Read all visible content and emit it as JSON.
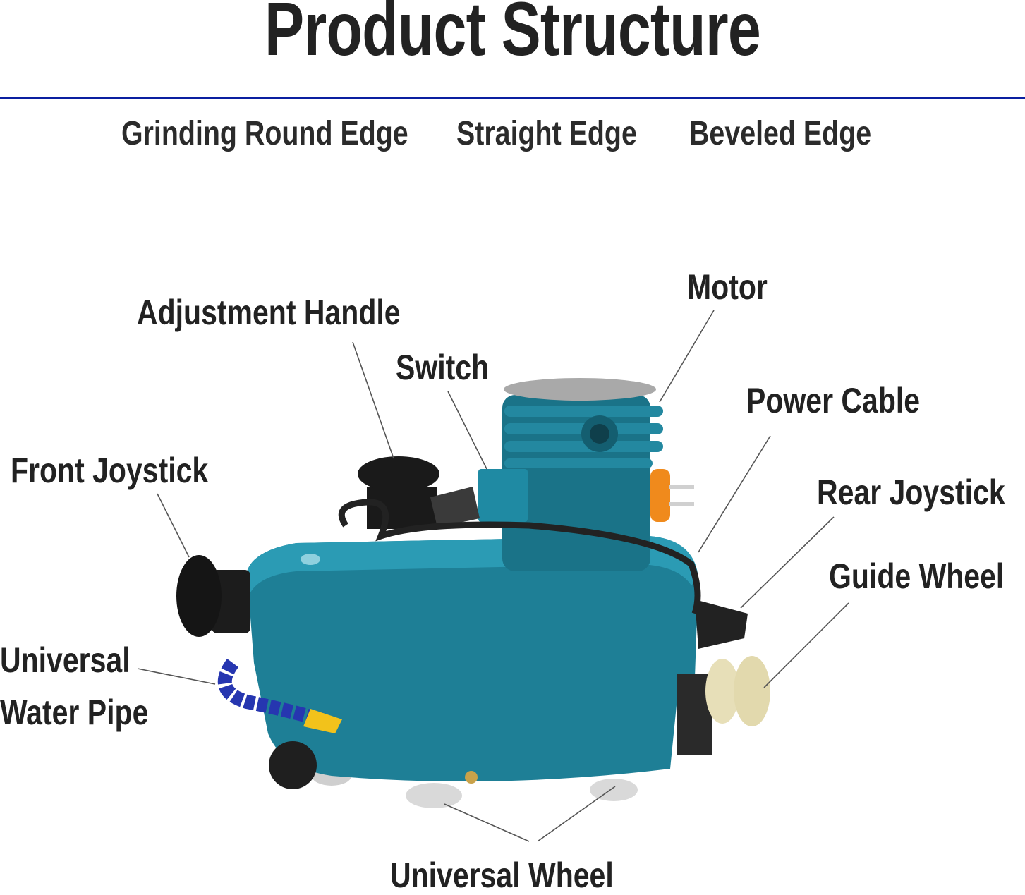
{
  "title": "Product Structure",
  "colors": {
    "rule": "#0a1fa0",
    "body": "#1e7f96",
    "text": "#222222"
  },
  "edge_types": [
    "Grinding Round Edge",
    "Straight Edge",
    "Beveled Edge"
  ],
  "labels": {
    "adjustment_handle": "Adjustment Handle",
    "switch": "Switch",
    "motor": "Motor",
    "power_cable": "Power Cable",
    "front_joystick": "Front Joystick",
    "rear_joystick": "Rear Joystick",
    "guide_wheel": "Guide Wheel",
    "universal_water_pipe_line1": "Universal",
    "universal_water_pipe_line2": "Water Pipe",
    "universal_wheel": "Universal Wheel"
  }
}
